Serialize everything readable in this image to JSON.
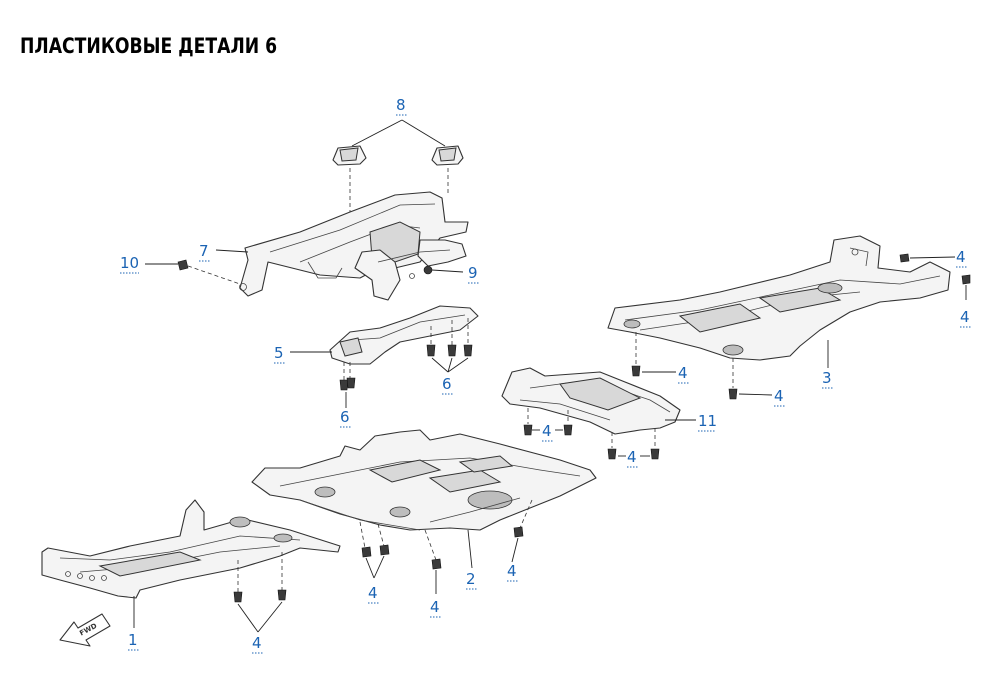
{
  "title": "ПЛАСТИКОВЫЕ ДЕТАЛИ 6",
  "fwd_label": "FWD",
  "callouts": {
    "c1": "1",
    "c2": "2",
    "c3": "3",
    "c4a": "4",
    "c4b": "4",
    "c4c": "4",
    "c4d": "4",
    "c4e": "4",
    "c4f": "4",
    "c4g": "4",
    "c4h": "4",
    "c4i": "4",
    "c4j": "4",
    "c5": "5",
    "c6a": "6",
    "c6b": "6",
    "c7": "7",
    "c8": "8",
    "c9": "9",
    "c10": "10",
    "c11": "11"
  },
  "colors": {
    "callout": "#1b63b3",
    "line": "#333333",
    "fill": "#f4f4f4"
  }
}
